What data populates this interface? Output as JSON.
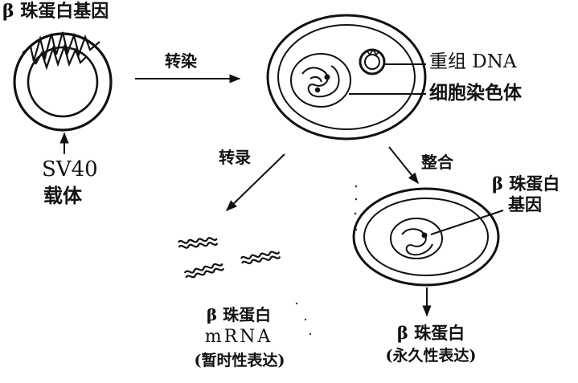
{
  "colors": {
    "ink": "#111111",
    "paper": "#ffffff"
  },
  "labels": {
    "gene_title": "β 珠蛋白基因",
    "vector_name": "SV40",
    "vector_word": "载体",
    "transfection": "转染",
    "recombinant_dna": "重组 DNA",
    "chromosome": "细胞染色体",
    "transcription": "转录",
    "integration": "整合",
    "gene_line1": "β 珠蛋白",
    "gene_line2": "基因",
    "mrna_line1": "β 珠蛋白",
    "mrna_line2": "mRNA",
    "mrna_line3": "(暂时性表达)",
    "protein_line1": "β 珠蛋白",
    "protein_line2": "(永久性表达)"
  }
}
